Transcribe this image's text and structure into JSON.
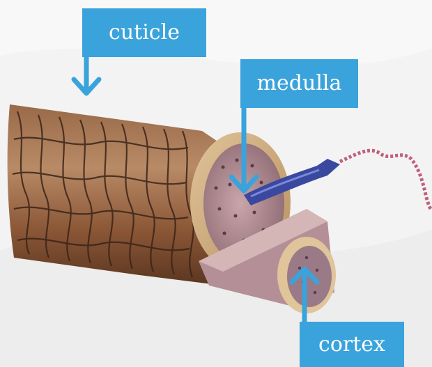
{
  "labels": {
    "cuticle": "cuticle",
    "medulla": "medulla",
    "cortex": "cortex"
  },
  "colors": {
    "label_background": "#3aa3dc",
    "label_text": "#ffffff",
    "arrow": "#3aa3dc",
    "hair_outer": "#8a5a3a",
    "hair_scales": "#3a2418",
    "cortex_fill": "#b08a8e",
    "medulla_strand": "#3a48a0"
  }
}
